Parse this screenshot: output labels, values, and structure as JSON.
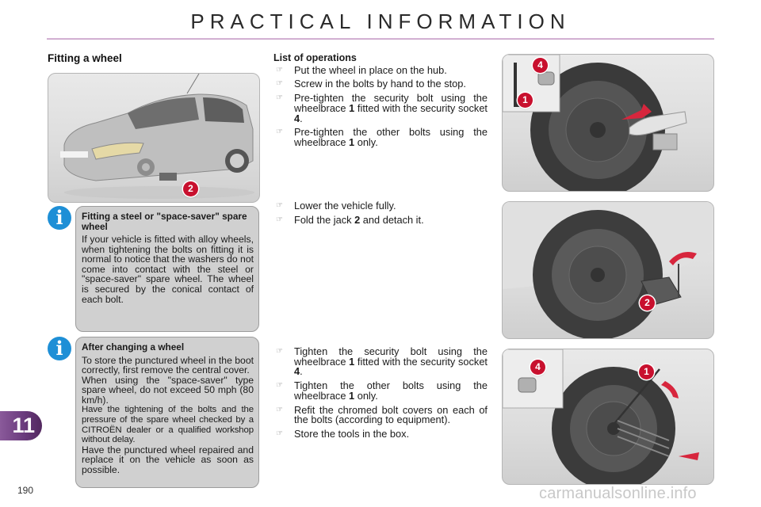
{
  "header": {
    "title": "PRACTICAL INFORMATION",
    "rule_color": "#d9b8d9"
  },
  "section": {
    "title": "Fitting a wheel"
  },
  "illustrations": {
    "car_jack": {
      "callouts": [
        "2"
      ],
      "description": "car raised on jack with front wheel removed"
    },
    "fitting_wheel": {
      "callouts": [
        "4",
        "1"
      ],
      "description": "hand fitting spare wheel onto hub, wheelbrace and security socket inset"
    },
    "lowering_jack": {
      "callouts": [
        "2"
      ],
      "description": "jack being folded beside refitted wheel"
    },
    "tightening_bolts": {
      "callouts": [
        "4",
        "1"
      ],
      "description": "wheelbrace tightening bolts with security socket inset"
    }
  },
  "info_boxes": [
    {
      "icon": "info-icon",
      "title": "Fitting a steel or \"space-saver\" spare wheel",
      "body": "If your vehicle is fitted with alloy wheels, when tightening the bolts on fitting it is normal to notice that the washers do not come into contact with the steel or \"space-saver\" spare wheel. The wheel is secured by the conical contact of each bolt."
    },
    {
      "icon": "info-icon",
      "title": "After changing a wheel",
      "paragraphs": [
        "To store the punctured wheel in the boot correctly, first remove the central cover.",
        "When using the \"space-saver\" type spare wheel, do not exceed 50 mph (80 km/h).",
        "Have the tightening of the bolts and the pressure of the spare wheel checked by a CITROËN dealer or a qualified workshop without delay.",
        "Have the punctured wheel repaired and replace it on the vehicle as soon as possible."
      ]
    }
  ],
  "operations": {
    "title": "List of operations",
    "bullet": "☞",
    "group1": [
      {
        "pre": "Put the wheel in place on the hub.",
        "bold": "",
        "post": ""
      },
      {
        "pre": "Screw in the bolts by hand to the stop.",
        "bold": "",
        "post": ""
      },
      {
        "pre": "Pre-tighten the security bolt using the wheelbrace ",
        "bold": "1",
        "mid": " fitted with the security socket ",
        "bold2": "4",
        "post": "."
      },
      {
        "pre": "Pre-tighten the other bolts using the wheelbrace ",
        "bold": "1",
        "post": " only."
      }
    ],
    "group2": [
      {
        "pre": "Lower the vehicle fully.",
        "bold": "",
        "post": ""
      },
      {
        "pre": "Fold the jack ",
        "bold": "2",
        "post": " and detach it."
      }
    ],
    "group3": [
      {
        "pre": "Tighten the security bolt using the wheelbrace ",
        "bold": "1",
        "mid": " fitted with the security socket ",
        "bold2": "4",
        "post": "."
      },
      {
        "pre": "Tighten the other bolts using the wheelbrace ",
        "bold": "1",
        "post": " only."
      },
      {
        "pre": "Refit the chromed bolt covers on each of the bolts (according to equipment).",
        "bold": "",
        "post": ""
      },
      {
        "pre": "Store the tools in the box.",
        "bold": "",
        "post": ""
      }
    ]
  },
  "footer": {
    "chapter": "11",
    "chapter_color": "#6b3c7e",
    "page_number": "190",
    "watermark": "carmanualsonline.info"
  },
  "colors": {
    "callout_red": "#c8102e",
    "info_blue": "#1e8fd6",
    "info_box_bg": "#d0d0d0"
  }
}
